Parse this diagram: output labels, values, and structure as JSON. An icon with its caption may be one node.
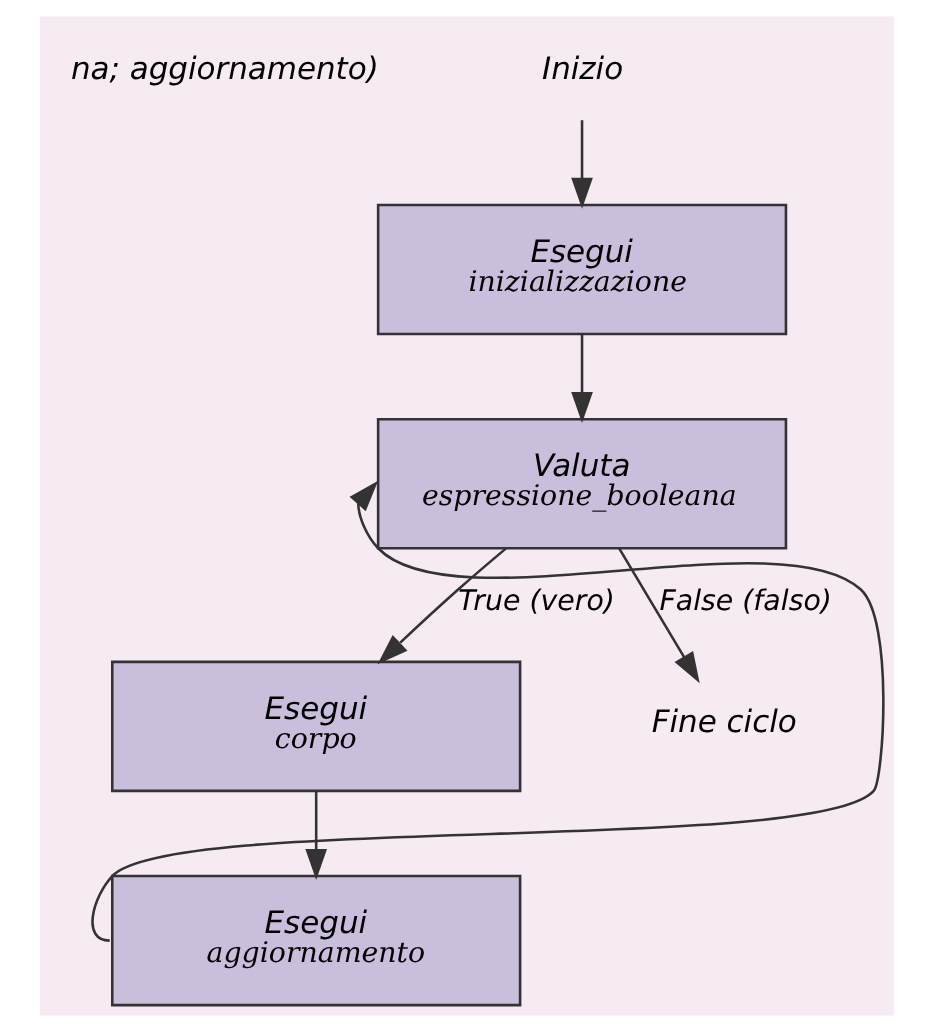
{
  "diagram": {
    "nodes": [
      {
        "text": [
          "Inizio"
        ]
      },
      {
        "text": [
          "Esegui",
          "inizializzazione"
        ]
      },
      {
        "text": [
          "Valuta",
          "espressione_booleana"
        ]
      },
      {
        "text": [
          "Esegui",
          "corpo"
        ]
      },
      {
        "text": [
          "Esegui",
          "aggiornamento"
        ]
      },
      {
        "text": [
          "Fine ciclo"
        ]
      }
    ],
    "edges": [
      {
        "from": 0,
        "to": 1,
        "arrow": "to"
      },
      {
        "from": 1,
        "to": 2,
        "arrow": "to"
      },
      {
        "from": 2,
        "to": 3,
        "arrow": "to",
        "label": "True (vero)"
      },
      {
        "from": 2,
        "to": 5,
        "arrow": "to",
        "label": "False (falso)"
      },
      {
        "from": 3,
        "to": 4,
        "arrow": "to"
      },
      {
        "from": 4,
        "to": 2,
        "arrow": "to"
      }
    ],
    "labels": [
      "na; aggiornamento)"
    ]
  }
}
